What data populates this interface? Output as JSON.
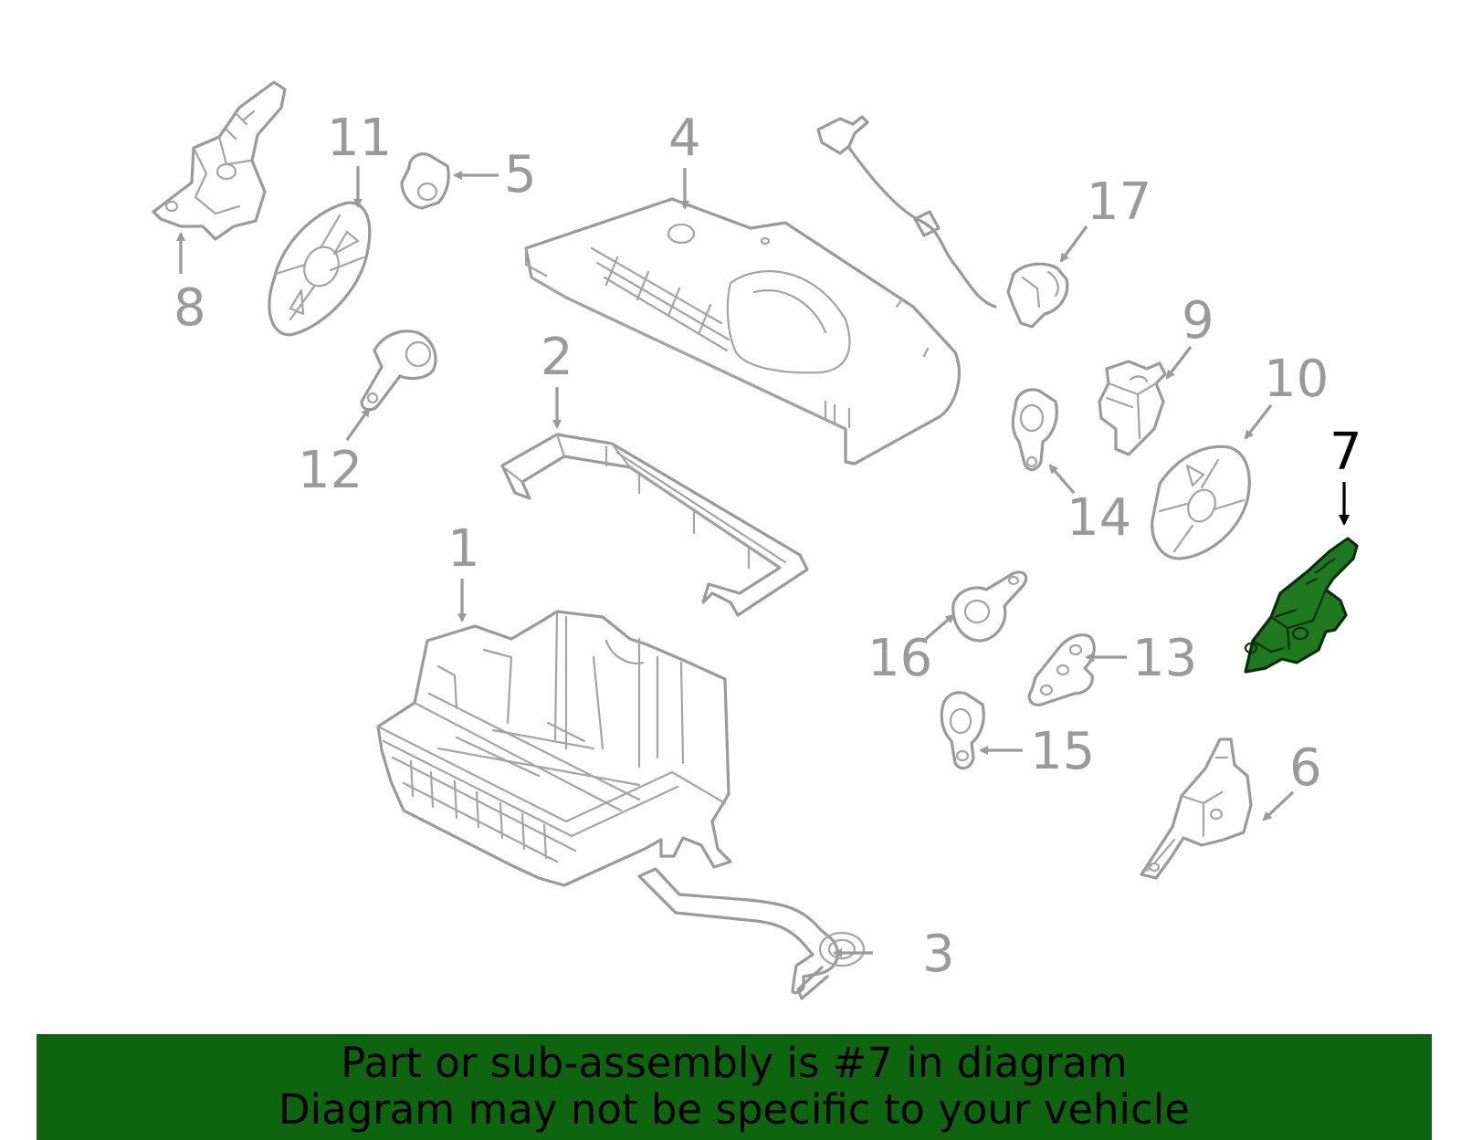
{
  "banner": {
    "line1": "Part or sub-assembly is #7 in diagram",
    "line2": "Diagram may not be specific to your vehicle"
  },
  "highlight_color": "#1f7a1f",
  "banner_color": "#0f640f",
  "highlighted_part": "7",
  "callouts": [
    "1",
    "2",
    "3",
    "4",
    "5",
    "6",
    "7",
    "8",
    "9",
    "10",
    "11",
    "12",
    "13",
    "14",
    "15",
    "16",
    "17"
  ]
}
